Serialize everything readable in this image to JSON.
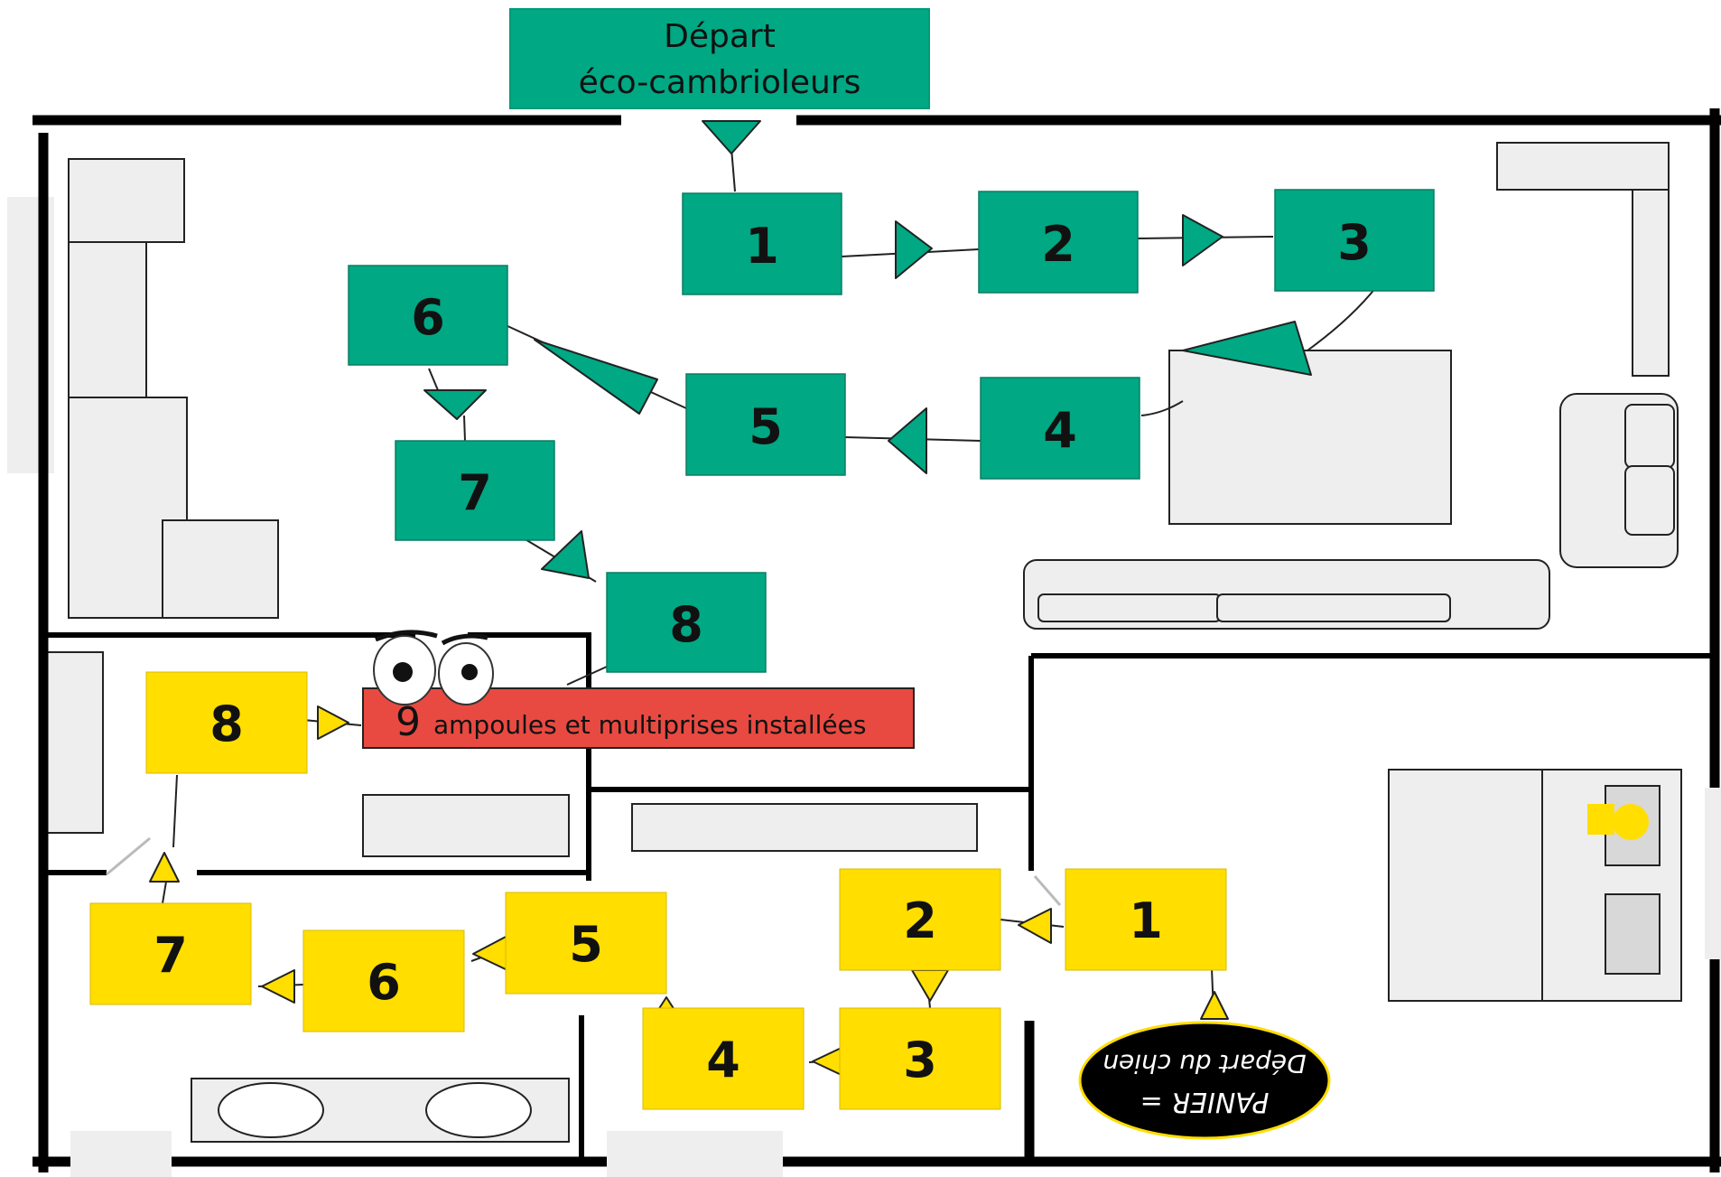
{
  "colors": {
    "green": "#00a884",
    "yellow": "#ffde00",
    "red": "#e84a41",
    "furniture": "#eeeeee",
    "wall": "#000000"
  },
  "start_label": {
    "line1": "Départ",
    "line2": "éco-cambrioleurs"
  },
  "green_steps": [
    "1",
    "2",
    "3",
    "4",
    "5",
    "6",
    "7",
    "8"
  ],
  "yellow_steps": [
    "1",
    "2",
    "3",
    "4",
    "5",
    "6",
    "7",
    "8"
  ],
  "final_step": {
    "number": "9",
    "text": "ampoules et multiprises installées"
  },
  "dog_start": {
    "line1": "PANIER =",
    "line2": "Départ du chien"
  },
  "icons": [
    "eyes-icon",
    "dog-bowl-icon"
  ]
}
